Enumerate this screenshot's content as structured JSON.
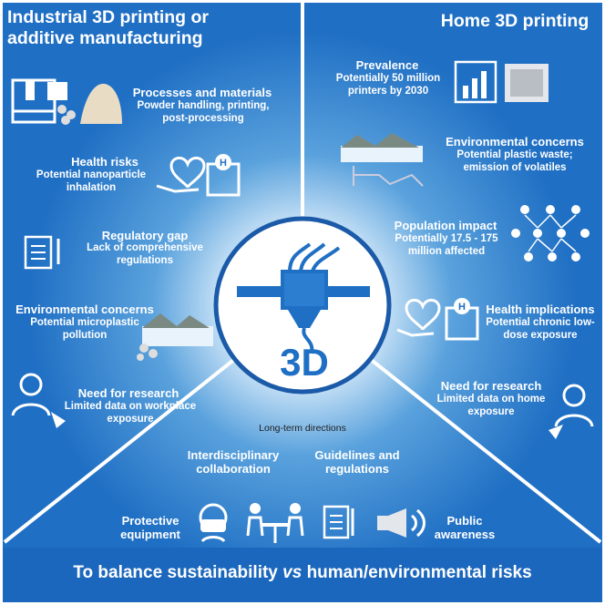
{
  "left_title": "Industrial 3D printing or additive manufacturing",
  "right_title": "Home 3D printing",
  "center_logo": "3D",
  "industrial": [
    {
      "heading": "Processes and materials",
      "body": "Powder handling, printing, post-processing",
      "icon": "printer-powder-icon"
    },
    {
      "heading": "Health risks",
      "body": "Potential nanoparticle inhalation",
      "icon": "heart-hand-hospital-icon"
    },
    {
      "heading": "Regulatory gap",
      "body": "Lack of comprehensive regulations",
      "icon": "clipboard-icon"
    },
    {
      "heading": "Environmental concerns",
      "body": "Potential microplastic pollution",
      "icon": "mountain-lake-icon"
    },
    {
      "heading": "Need for research",
      "body": "Limited data on workplace exposure",
      "icon": "researcher-icon"
    }
  ],
  "home": [
    {
      "heading": "Prevalence",
      "body": "Potentially 50 million printers by 2030",
      "icon": "bar-chart-printer-icon"
    },
    {
      "heading": "Environmental concerns",
      "body": "Potential plastic waste; emission of volatiles",
      "icon": "mountain-polymer-icon"
    },
    {
      "heading": "Population impact",
      "body": "Potentially 17.5 - 175 million affected",
      "icon": "people-network-icon"
    },
    {
      "heading": "Health implications",
      "body": "Potential chronic low-dose exposure",
      "icon": "heart-hand-hospital-icon"
    },
    {
      "heading": "Need for research",
      "body": "Limited data on home exposure",
      "icon": "researcher-icon"
    }
  ],
  "directions": {
    "label": "Long-term directions",
    "interdisciplinary": "Interdisciplinary collaboration",
    "guidelines": "Guidelines and regulations",
    "protective": "Protective equipment",
    "awareness": "Public awareness"
  },
  "bottom": {
    "part1": "To balance sustainability ",
    "vs": "vs",
    "part2": " human/environmental risks"
  },
  "colors": {
    "blue": "#1f72c6",
    "dark_blue": "#1454a3",
    "light": "#e8f3fc",
    "white": "#ffffff"
  }
}
